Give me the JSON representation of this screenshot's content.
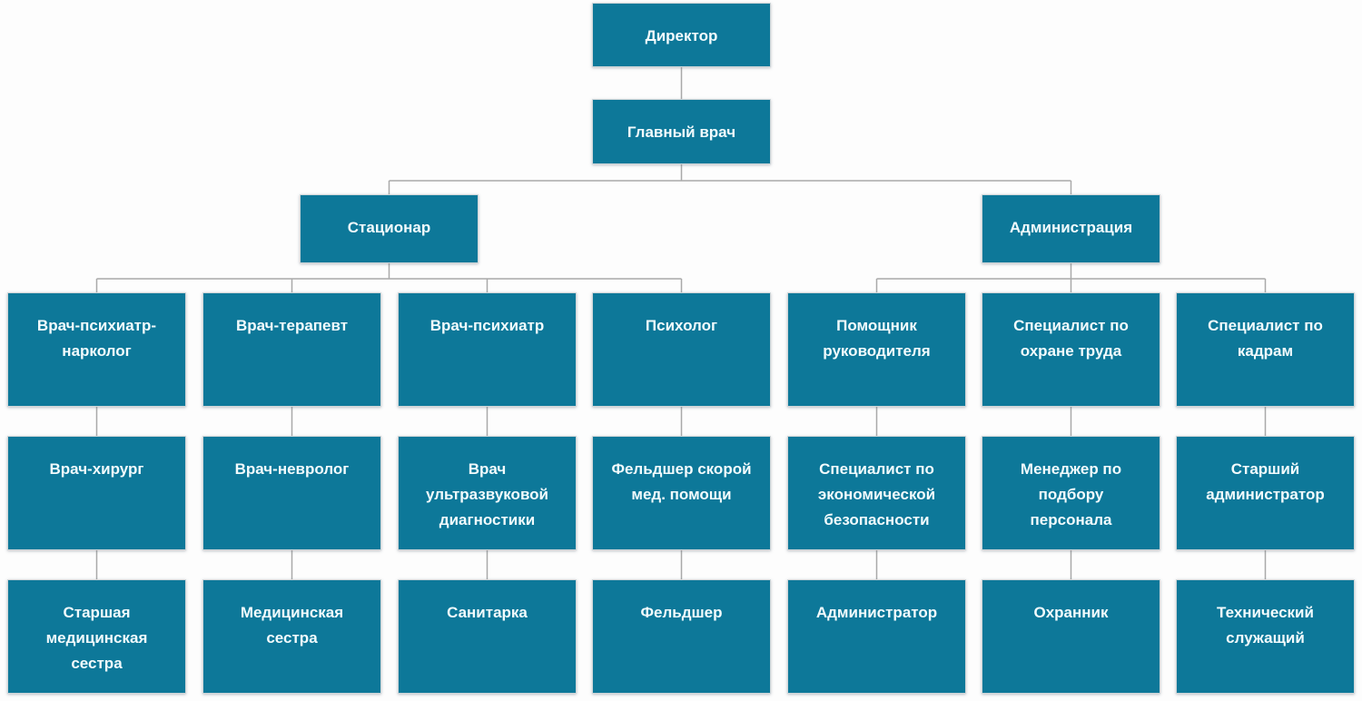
{
  "org": {
    "root": {
      "label": "Директор"
    },
    "chief": {
      "label": "Главный врач"
    },
    "branches": [
      {
        "label": "Стационар"
      },
      {
        "label": "Администрация"
      }
    ],
    "columns": [
      {
        "branch": "Стационар",
        "roles": [
          "Врач-психиатр-\nнарколог",
          "Врач-хирург",
          "Старшая\nмедицинская\nсестра"
        ]
      },
      {
        "branch": "Стационар",
        "roles": [
          "Врач-терапевт",
          "Врач-невролог",
          "Медицинская\nсестра"
        ]
      },
      {
        "branch": "Стационар",
        "roles": [
          "Врач-психиатр",
          "Врач\nультразвуковой\nдиагностики",
          "Санитарка"
        ]
      },
      {
        "branch": "Стационар",
        "roles": [
          "Психолог",
          "Фельдшер скорой\nмед. помощи",
          "Фельдшер"
        ]
      },
      {
        "branch": "Администрация",
        "roles": [
          "Помощник\nруководителя",
          "Специалист по\nэкономической\nбезопасности",
          "Администратор"
        ]
      },
      {
        "branch": "Администрация",
        "roles": [
          "Специалист по\nохране труда",
          "Менеджер по\nподбору\nперсонала",
          "Охранник"
        ]
      },
      {
        "branch": "Администрация",
        "roles": [
          "Специалист по\nкадрам",
          "Старший\nадминистратор",
          "Технический\nслужащий"
        ]
      }
    ]
  },
  "colors": {
    "node_fill": "#0d7899",
    "node_text": "#f2fbfd",
    "node_border": "#cfd6d9",
    "connector": "#a9a9a9",
    "background": "#fdfdfd"
  }
}
